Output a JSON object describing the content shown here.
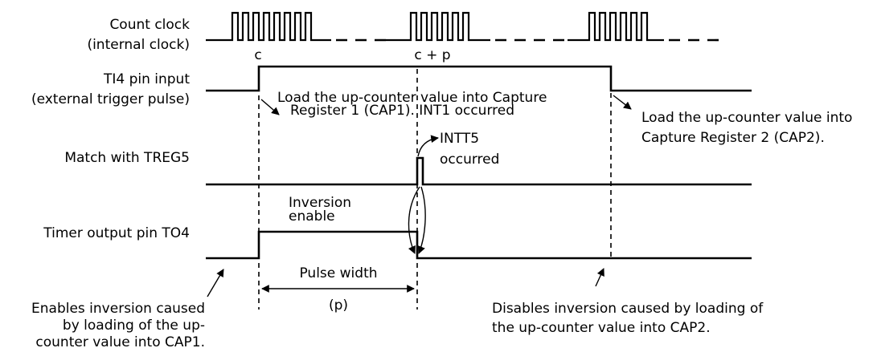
{
  "labels": {
    "count_clock_1": "Count clock",
    "count_clock_2": "(internal clock)",
    "ti4_1": "TI4 pin input",
    "ti4_2": "(external trigger pulse)",
    "match": "Match with TREG5",
    "timer_out": "Timer output pin TO4"
  },
  "markers": {
    "c": "c",
    "c_plus_p": "c + p"
  },
  "annotations": {
    "load_cap1_1": "Load the up-counter value into Capture",
    "load_cap1_2": "Register 1 (CAP1).  INT1 occurred",
    "load_cap2_1": "Load the up-counter value into",
    "load_cap2_2": "Capture Register 2 (CAP2).",
    "intt5_1": "INTT5",
    "intt5_2": "occurred",
    "inversion_1": "Inversion",
    "inversion_2": "enable",
    "pulse_width": "Pulse width",
    "p": "(p)",
    "enables_1": "Enables inversion caused",
    "enables_2": "by loading of the up-",
    "enables_3": "counter value into CAP1.",
    "disables_1": "Disables inversion caused by loading of",
    "disables_2": "the up-counter value into CAP2."
  }
}
